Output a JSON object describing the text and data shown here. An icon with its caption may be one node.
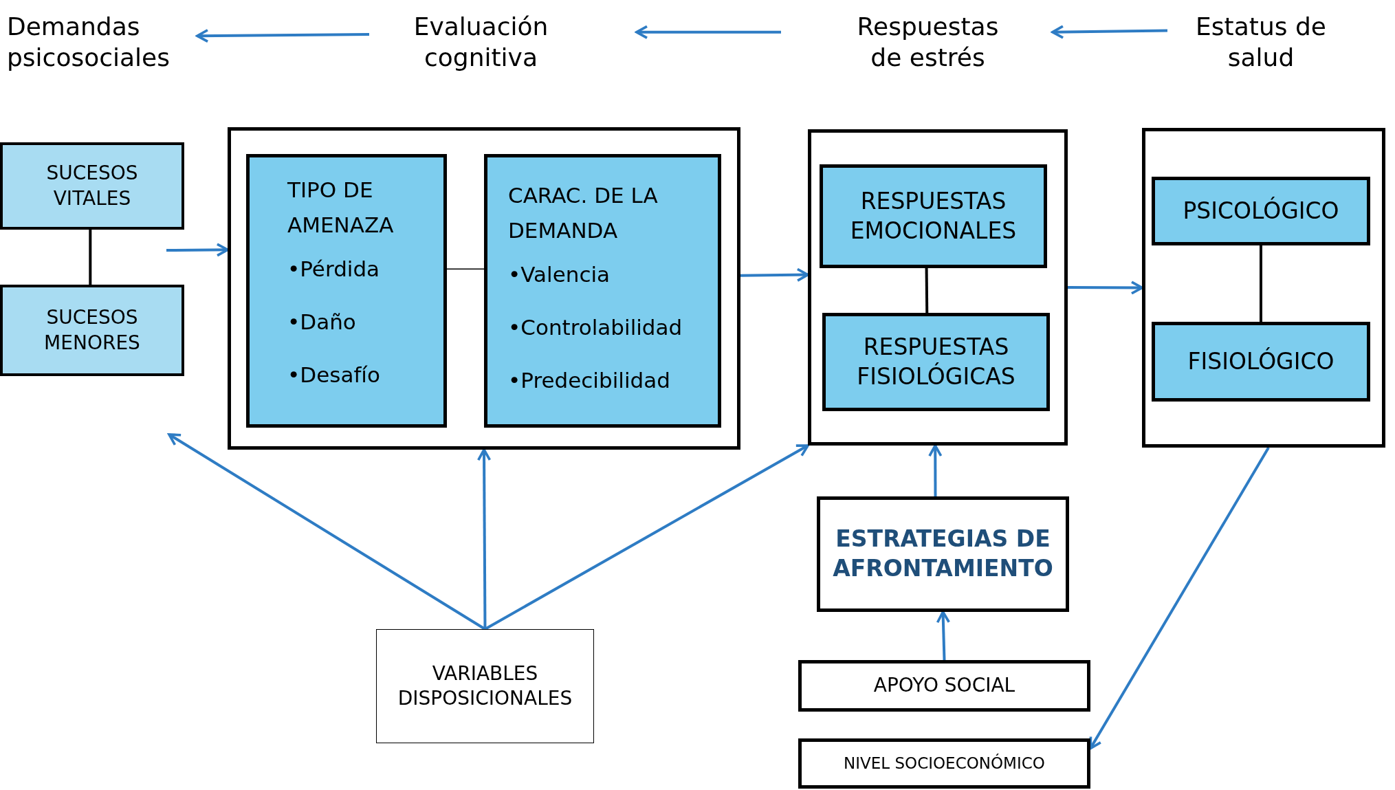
{
  "diagram": {
    "nodes": [
      {
        "text": [
          "Demandas psicosociales"
        ]
      },
      {
        "text": [
          "Evaluación cognitiva"
        ]
      },
      {
        "text": [
          "Respuestas de estrés"
        ]
      },
      {
        "text": [
          "Estatus de salud"
        ]
      },
      {
        "text": [
          "SUCESOS VITALES"
        ]
      },
      {
        "text": [
          "SUCESOS MENORES"
        ]
      },
      {
        "text": [],
        "shape": "box"
      },
      {
        "text": [
          "TIPO DE AMENAZA",
          "•Pérdida",
          "•Daño",
          "•Desafío"
        ],
        "in": 6
      },
      {
        "text": [
          "CARAC. DE LA DEMANDA",
          "•Valencia",
          "•Controlabilidad",
          "•Predecibilidad"
        ],
        "in": 6
      },
      {
        "text": [],
        "shape": "box"
      },
      {
        "text": [
          "RESPUESTAS EMOCIONALES"
        ],
        "in": 9
      },
      {
        "text": [
          "RESPUESTAS FISIOLÓGICAS"
        ],
        "in": 9
      },
      {
        "text": [],
        "shape": "box"
      },
      {
        "text": [
          "PSICOLÓGICO"
        ],
        "in": 12
      },
      {
        "text": [
          "FISIOLÓGICO"
        ],
        "in": 12
      },
      {
        "text": [
          "ESTRATEGIAS DE AFRONTAMIENTO"
        ]
      },
      {
        "text": [
          "VARIABLES DISPOSICIONALES"
        ]
      },
      {
        "text": [
          "APOYO SOCIAL"
        ]
      },
      {
        "text": [
          "NIVEL SOCIOECONÓMICO"
        ]
      }
    ],
    "edges": [
      {
        "from": 1,
        "to": 0,
        "arrow": "to"
      },
      {
        "from": 2,
        "to": 1,
        "arrow": "to"
      },
      {
        "from": 3,
        "to": 2,
        "arrow": "to"
      },
      {
        "from": 4,
        "to": 5,
        "arrow": "none",
        "color": "#000000"
      },
      {
        "from": null,
        "to": 6,
        "arrow": "to"
      },
      {
        "from": 7,
        "to": 8,
        "arrow": "none",
        "color": "#000000"
      },
      {
        "from": 6,
        "to": 9,
        "arrow": "to"
      },
      {
        "from": 10,
        "to": 11,
        "arrow": "none",
        "color": "#000000"
      },
      {
        "from": 9,
        "to": 12,
        "arrow": "to"
      },
      {
        "from": 13,
        "to": 14,
        "arrow": "none",
        "color": "#000000"
      },
      {
        "from": 16,
        "to": null,
        "arrow": "to"
      },
      {
        "from": 16,
        "to": 6,
        "arrow": "to"
      },
      {
        "from": 16,
        "to": 9,
        "arrow": "to"
      },
      {
        "from": 15,
        "to": 9,
        "arrow": "to"
      },
      {
        "from": 17,
        "to": 15,
        "arrow": "to"
      },
      {
        "from": 12,
        "to": 18,
        "arrow": "to"
      }
    ]
  }
}
